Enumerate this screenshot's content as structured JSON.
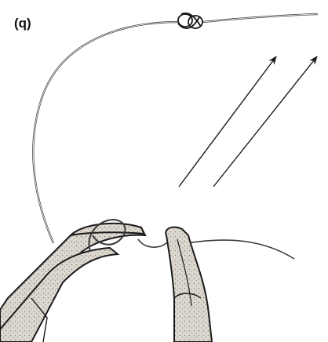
{
  "figure": {
    "panel_label": "(q)",
    "colors": {
      "ink": "#1a1a1a",
      "suture": "#3a3a3a",
      "instrument_fill": "#d9d6cf",
      "stipple": "#8a857c",
      "background": "#ffffff"
    },
    "elements": [
      "suture-thread",
      "surgical-knot",
      "direction-arrow-1",
      "direction-arrow-2",
      "needle-holder-left",
      "forceps-right",
      "suture-loop"
    ]
  }
}
